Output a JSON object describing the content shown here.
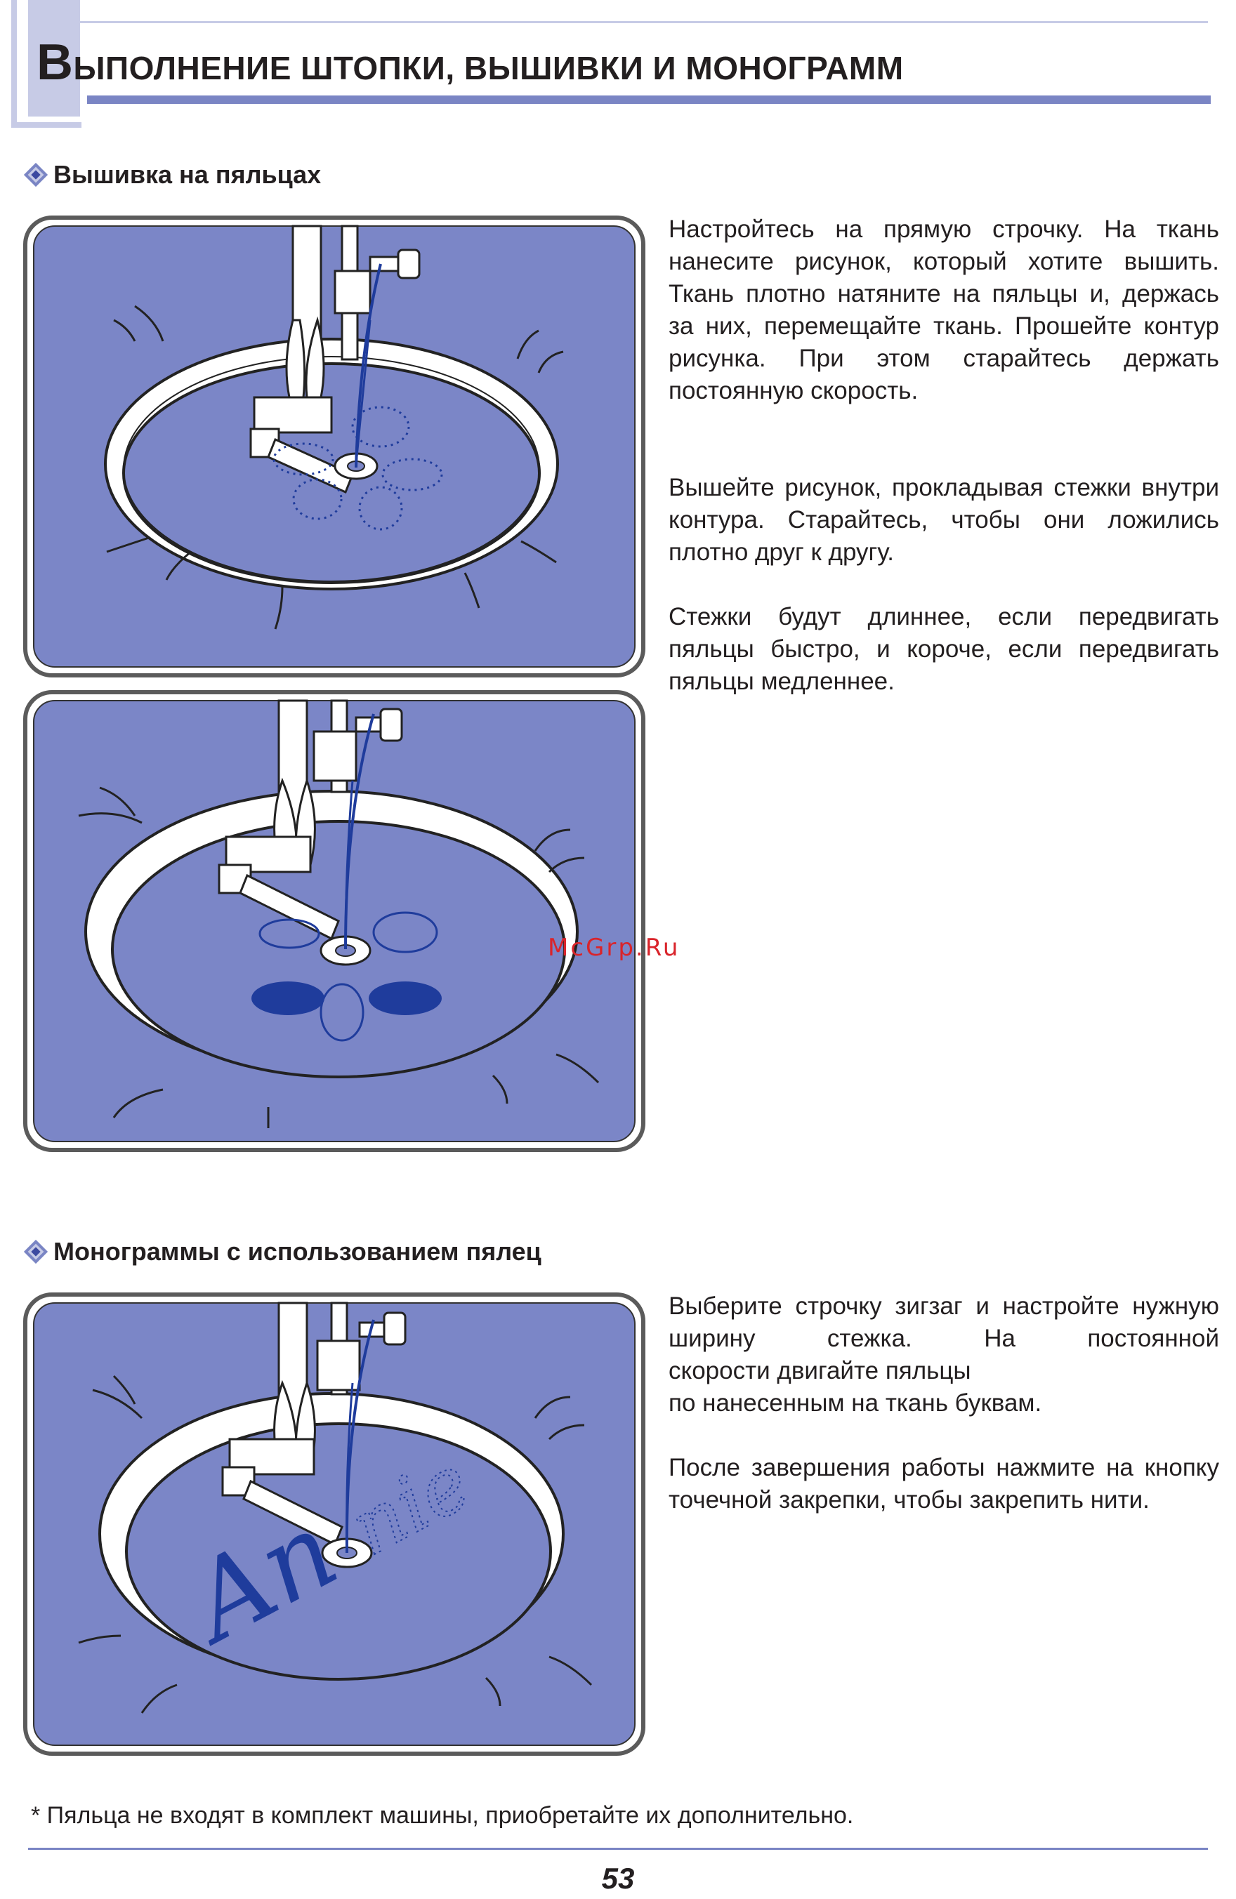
{
  "header": {
    "title_initial": "В",
    "title_rest": "ЫПОЛНЕНИЕ ШТОПКИ, ВЫШИВКИ И МОНОГРАММ"
  },
  "section1": {
    "heading": "Вышивка на пяльцах",
    "paragraphs": [
      "Настройтесь на прямую строчку. На ткань нанесите рисунок, который хотите вышить. Ткань плотно натяните на пяльцы и, держась за них, перемещайте ткань. Прошейте контур рисунка. При этом старайтесь держать постоянную скорость.",
      "Вышейте рисунок, прокладывая стежки внутри контура. Старайтесь, чтобы они ложились плотно друг к другу.",
      "Стежки будут длиннее, если передвигать пяльцы быстро, и короче, если передвигать пяльцы медленнее."
    ]
  },
  "section2": {
    "heading": "Монограммы с использованием пялец",
    "p1_line1": "Выберите строчку зигзаг и настройте нужную ширину стежка. На постоянной",
    "p1_line2": "скорости двигайте пяльцы",
    "p1_line3": "по нанесенным на ткань буквам.",
    "p2": "После завершения работы нажмите на кнопку точечной закрепки, чтобы закрепить нити.",
    "monogram_text": "Annie"
  },
  "watermark": "McGrp.Ru",
  "footnote": "* Пяльца не входят в комплект машины, приобретайте их дополнительно.",
  "page_number": "53",
  "colors": {
    "accent_bar": "#7a85c4",
    "light_accent": "#c7cbe6",
    "fabric": "#7b86c7",
    "thread": "#1f3c9c",
    "watermark": "#d9242b"
  }
}
